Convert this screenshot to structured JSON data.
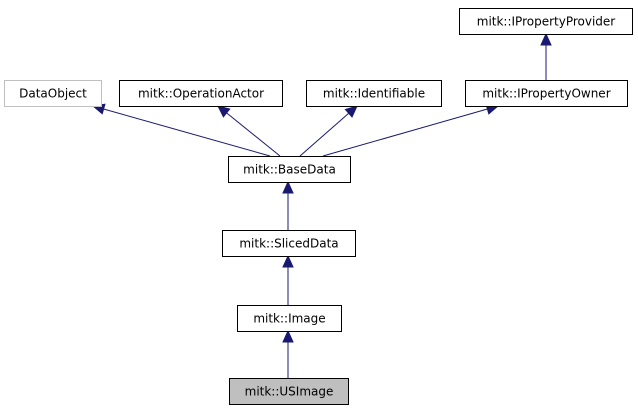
{
  "diagram": {
    "nodes": [
      {
        "id": "iprovider",
        "label": "mitk::IPropertyProvider",
        "style": "normal"
      },
      {
        "id": "dataobject",
        "label": "DataObject",
        "style": "external"
      },
      {
        "id": "opactor",
        "label": "mitk::OperationActor",
        "style": "normal"
      },
      {
        "id": "identifiable",
        "label": "mitk::Identifiable",
        "style": "normal"
      },
      {
        "id": "iowner",
        "label": "mitk::IPropertyOwner",
        "style": "normal"
      },
      {
        "id": "basedata",
        "label": "mitk::BaseData",
        "style": "normal"
      },
      {
        "id": "sliceddata",
        "label": "mitk::SlicedData",
        "style": "normal"
      },
      {
        "id": "image",
        "label": "mitk::Image",
        "style": "normal"
      },
      {
        "id": "usimage",
        "label": "mitk::USImage",
        "style": "highlight"
      }
    ],
    "edges": [
      {
        "from": "iowner",
        "to": "iprovider"
      },
      {
        "from": "basedata",
        "to": "dataobject"
      },
      {
        "from": "basedata",
        "to": "opactor"
      },
      {
        "from": "basedata",
        "to": "identifiable"
      },
      {
        "from": "basedata",
        "to": "iowner"
      },
      {
        "from": "sliceddata",
        "to": "basedata"
      },
      {
        "from": "image",
        "to": "sliceddata"
      },
      {
        "from": "usimage",
        "to": "image"
      }
    ],
    "colors": {
      "edge": "#191970",
      "border": "#000000",
      "external_border": "#bfbfbf",
      "fill": "#ffffff",
      "highlight_fill": "#bfbfbf"
    }
  }
}
